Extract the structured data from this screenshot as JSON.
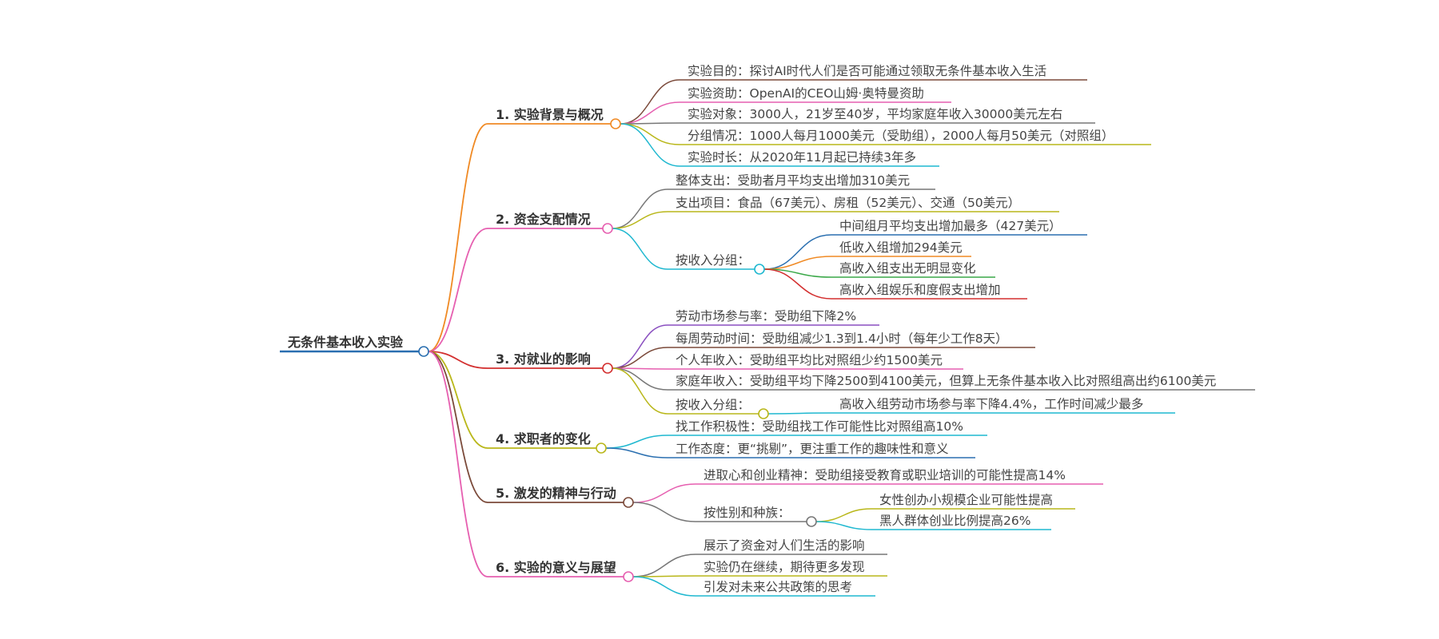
{
  "root": {
    "label": "无条件基本收入实验",
    "color": "#2a6fb0"
  },
  "branches": [
    {
      "label": "1. 实验背景与概况",
      "color": "#f08a24",
      "children": [
        {
          "label": "实验目的：探讨AI时代人们是否可能通过领取无条件基本收入生活",
          "color": "#7b4a3a"
        },
        {
          "label": "实验资助：OpenAI的CEO山姆·奥特曼资助",
          "color": "#e65fb0"
        },
        {
          "label": "实验对象：3000人，21岁至40岁，平均家庭年收入30000美元左右",
          "color": "#777777"
        },
        {
          "label": "分组情况：1000人每月1000美元（受助组），2000人每月50美元（对照组）",
          "color": "#b9b71a"
        },
        {
          "label": "实验时长：从2020年11月起已持续3年多",
          "color": "#1fb8d0"
        }
      ]
    },
    {
      "label": "2. 资金支配情况",
      "color": "#e65fb0",
      "children": [
        {
          "label": "整体支出：受助者月平均支出增加310美元",
          "color": "#777777"
        },
        {
          "label": "支出项目：食品（67美元）、房租（52美元）、交通（50美元）",
          "color": "#b9b71a"
        },
        {
          "label": "按收入分组：",
          "color": "#1fb8d0",
          "children": [
            {
              "label": "中间组月平均支出增加最多（427美元）",
              "color": "#2a6fb0"
            },
            {
              "label": "低收入组增加294美元",
              "color": "#f08a24"
            },
            {
              "label": "高收入组支出无明显变化",
              "color": "#3aa848"
            },
            {
              "label": "高收入组娱乐和度假支出增加",
              "color": "#d32f2f"
            }
          ]
        }
      ]
    },
    {
      "label": "3. 对就业的影响",
      "color": "#d32f2f",
      "children": [
        {
          "label": "劳动市场参与率：受助组下降2%",
          "color": "#8a4fc0"
        },
        {
          "label": "每周劳动时间：受助组减少1.3到1.4小时（每年少工作8天）",
          "color": "#7b4a3a"
        },
        {
          "label": "个人年收入：受助组平均比对照组少约1500美元",
          "color": "#e65fb0"
        },
        {
          "label": "家庭年收入：受助组平均下降2500到4100美元，但算上无条件基本收入比对照组高出约6100美元",
          "color": "#777777"
        },
        {
          "label": "按收入分组：",
          "color": "#b9b71a",
          "children": [
            {
              "label": "高收入组劳动市场参与率下降4.4%，工作时间减少最多",
              "color": "#1fb8d0"
            }
          ]
        }
      ]
    },
    {
      "label": "4. 求职者的变化",
      "color": "#b9b71a",
      "children": [
        {
          "label": "找工作积极性：受助组找工作可能性比对照组高10%",
          "color": "#1fb8d0"
        },
        {
          "label": "工作态度：更“挑剔”，更注重工作的趣味性和意义",
          "color": "#2a6fb0"
        }
      ]
    },
    {
      "label": "5. 激发的精神与行动",
      "color": "#7b4a3a",
      "children": [
        {
          "label": "进取心和创业精神：受助组接受教育或职业培训的可能性提高14%",
          "color": "#e65fb0"
        },
        {
          "label": "按性别和种族：",
          "color": "#777777",
          "children": [
            {
              "label": "女性创办小规模企业可能性提高",
              "color": "#b9b71a"
            },
            {
              "label": "黑人群体创业比例提高26%",
              "color": "#1fb8d0"
            }
          ]
        }
      ]
    },
    {
      "label": "6. 实验的意义与展望",
      "color": "#e65fb0",
      "children": [
        {
          "label": "展示了资金对人们生活的影响",
          "color": "#777777"
        },
        {
          "label": "实验仍在继续，期待更多发现",
          "color": "#b9b71a"
        },
        {
          "label": "引发对未来公共政策的思考",
          "color": "#1fb8d0"
        }
      ]
    }
  ]
}
